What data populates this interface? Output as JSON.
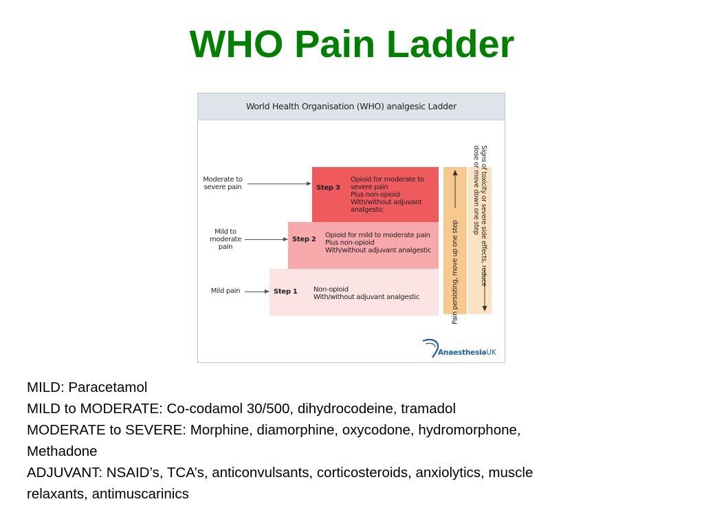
{
  "title": "WHO Pain Ladder",
  "colors": {
    "title": "#008000",
    "step3": "#ee5a5e",
    "step2": "#f7a9ab",
    "step1": "#fde4e4",
    "bar_up": "#f8c98f",
    "bar_down": "#fbe3c2",
    "logo_blue": "#1f5f9a"
  },
  "figure": {
    "header": "World Health Organisation (WHO) analgesic Ladder",
    "steps": [
      {
        "pain_lines": [
          "Moderate to",
          "severe pain"
        ],
        "label": "Step 3",
        "lines": [
          "Opioid for moderate to",
          "severe pain",
          "Plus non-opioid",
          "With/without adjuvant",
          "analgestic"
        ]
      },
      {
        "pain_lines": [
          "Mild to",
          "moderate",
          "pain"
        ],
        "label": "Step 2",
        "lines": [
          "Opioid for mild to moderate pain",
          "Plus non-opioid",
          "With/without adjuvant analgestic"
        ]
      },
      {
        "pain_lines": [
          "Mild pain"
        ],
        "label": "Step 1",
        "lines": [
          "Non-opioid",
          "With/without adjuvant analgestic"
        ]
      }
    ],
    "side_up": "Pain persisting, move up one step",
    "side_down": [
      "Signs of toxicity or severe side effects, reduce",
      "dose or move down one step"
    ],
    "logo_name": "Anaesthesia",
    "logo_suffix": "UK",
    "logo_icon": "swoosh-logo-icon"
  },
  "notes": [
    "MILD: Paracetamol",
    "MILD to MODERATE: Co-codamol 30/500, dihydrocodeine, tramadol",
    "MODERATE to SEVERE: Morphine, diamorphine, oxycodone, hydromorphone,",
    "Methadone",
    "ADJUVANT: NSAID’s, TCA’s, anticonvulsants, corticosteroids, anxiolytics, muscle",
    "relaxants, antimuscarinics"
  ]
}
